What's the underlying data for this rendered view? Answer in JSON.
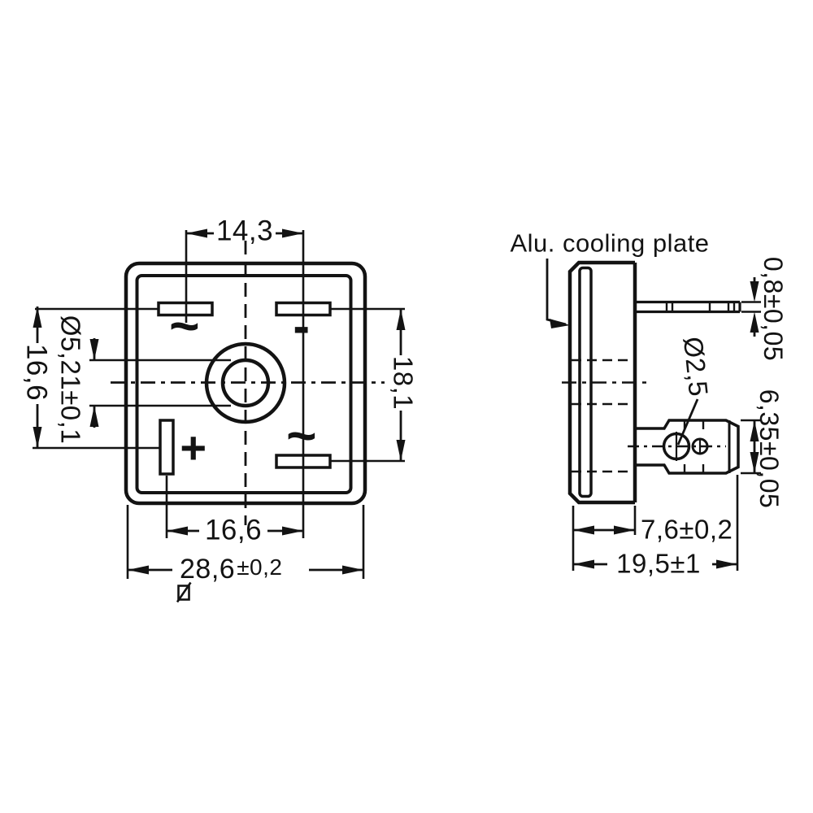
{
  "drawing": {
    "title": "Alu. cooling plate",
    "front_view": {
      "dim_pin_spacing_top": "14,3",
      "dim_pin_spacing_right": "18,1",
      "dim_pin_spacing_left": "16,6",
      "dim_mounting_hole": "Ø5,21±0,1",
      "dim_pin_spacing_bottom": "16,6",
      "dim_body_width_value": "28,6",
      "dim_body_width_tolerance": "±0,2",
      "terminals": {
        "ac_top": "~",
        "minus": "-",
        "plus": "+",
        "ac_bottom": "~"
      }
    },
    "side_view": {
      "dim_tab_thickness": "0,8±0,05",
      "dim_lug_hole": "Ø2,5",
      "dim_lug_height": "6,35±0,05",
      "dim_body_depth": "7,6±0,2",
      "dim_overall_depth": "19,5±1"
    },
    "line_color": "#131313"
  }
}
